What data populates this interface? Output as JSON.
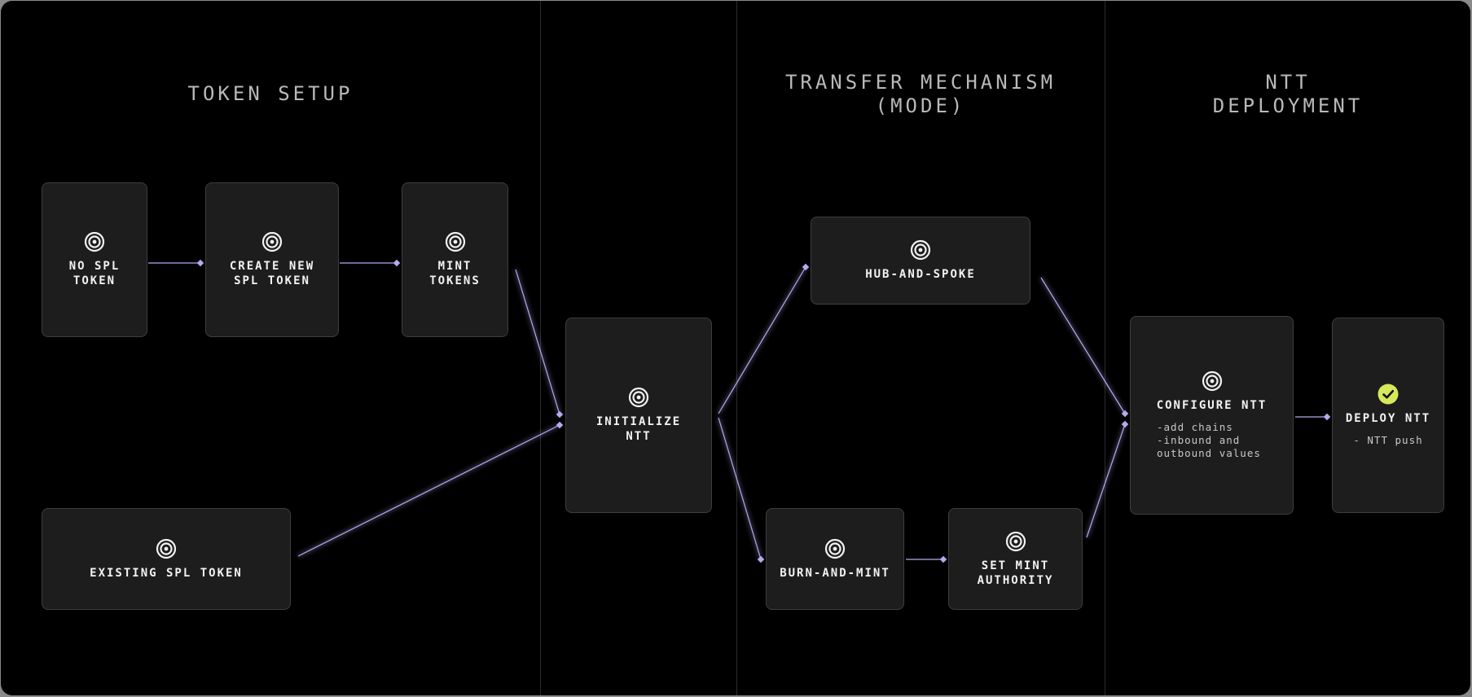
{
  "colors": {
    "background": "#000000",
    "node": "#1d1d1d",
    "link": "#b7a9f0",
    "success": "#d7e85a"
  },
  "sections": {
    "token_setup": "TOKEN SETUP",
    "transfer_mechanism": "TRANSFER MECHANISM\n(MODE)",
    "ntt_deployment": "NTT\nDEPLOYMENT"
  },
  "nodes": {
    "no_spl_token": {
      "label": "NO SPL\nTOKEN",
      "icon": "target-icon"
    },
    "create_new_spl_token": {
      "label": "CREATE NEW\nSPL TOKEN",
      "icon": "target-icon"
    },
    "mint_tokens": {
      "label": "MINT\nTOKENS",
      "icon": "target-icon"
    },
    "existing_spl_token": {
      "label": "EXISTING SPL TOKEN",
      "icon": "target-icon"
    },
    "initialize_ntt": {
      "label": "INITIALIZE\nNTT",
      "icon": "target-icon"
    },
    "hub_and_spoke": {
      "label": "HUB-AND-SPOKE",
      "icon": "target-icon"
    },
    "burn_and_mint": {
      "label": "BURN-AND-MINT",
      "icon": "target-icon"
    },
    "set_mint_authority": {
      "label": "SET MINT\nAUTHORITY",
      "icon": "target-icon"
    },
    "configure_ntt": {
      "label": "CONFIGURE NTT",
      "note": "-add chains\n-inbound and\noutbound values",
      "icon": "target-icon"
    },
    "deploy_ntt": {
      "label": "DEPLOY NTT",
      "note": "- NTT push",
      "icon": "check-circle-icon"
    }
  },
  "links": [
    [
      "no_spl_token",
      "create_new_spl_token"
    ],
    [
      "create_new_spl_token",
      "mint_tokens"
    ],
    [
      "mint_tokens",
      "initialize_ntt"
    ],
    [
      "existing_spl_token",
      "initialize_ntt"
    ],
    [
      "initialize_ntt",
      "hub_and_spoke"
    ],
    [
      "initialize_ntt",
      "burn_and_mint"
    ],
    [
      "burn_and_mint",
      "set_mint_authority"
    ],
    [
      "hub_and_spoke",
      "configure_ntt"
    ],
    [
      "set_mint_authority",
      "configure_ntt"
    ],
    [
      "configure_ntt",
      "deploy_ntt"
    ]
  ]
}
